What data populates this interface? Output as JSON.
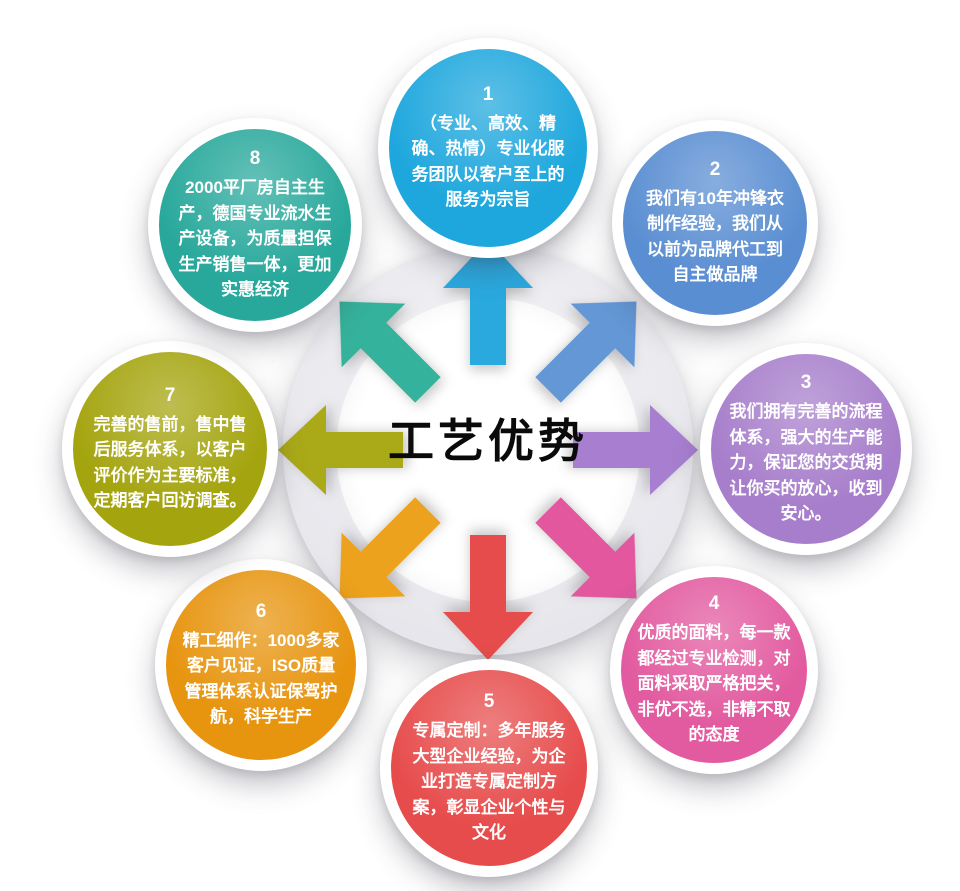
{
  "center": {
    "title": "工艺优势"
  },
  "items": [
    {
      "number": "1",
      "text": "（专业、高效、精确、热情）专业化服务团队以客户至上的服务为宗旨",
      "color": "#1ea7dd",
      "arrow_color": "#2aa9df",
      "direction": "up"
    },
    {
      "number": "2",
      "text": "我们有10年冲锋衣制作经验，我们从以前为品牌代工到自主做品牌",
      "color": "#5a8ed2",
      "arrow_color": "#6397d6",
      "direction": "up-right"
    },
    {
      "number": "3",
      "text": "我们拥有完善的流程体系，强大的生产能力，保证您的交货期让你买的放心，收到安心。",
      "color": "#a77ecb",
      "arrow_color": "#a87fd0",
      "direction": "right"
    },
    {
      "number": "4",
      "text": "优质的面料，每一款都经过专业检测，对面料采取严格把关，非优不选，非精不取的态度",
      "color": "#e25a9f",
      "arrow_color": "#e2579e",
      "direction": "down-right"
    },
    {
      "number": "5",
      "text": "专属定制：多年服务大型企业经验，为企业打造专属定制方案，彰显企业个性与文化",
      "color": "#e74c4c",
      "arrow_color": "#e64c4c",
      "direction": "down"
    },
    {
      "number": "6",
      "text": "精工细作：1000多家客户见证，ISO质量管理体系认证保驾护航，科学生产",
      "color": "#e7940e",
      "arrow_color": "#eda21d",
      "direction": "down-left"
    },
    {
      "number": "7",
      "text": "完善的售前，售中售后服务体系，以客户评价作为主要标准，定期客户回访调查。",
      "color": "#a4a40e",
      "arrow_color": "#aaaa18",
      "direction": "left"
    },
    {
      "number": "8",
      "text": "2000平厂房自主生产，德国专业流水生产设备，为质量担保生产销售一体，更加实惠经济",
      "color": "#28a89b",
      "arrow_color": "#35b29b",
      "direction": "up-left"
    }
  ]
}
